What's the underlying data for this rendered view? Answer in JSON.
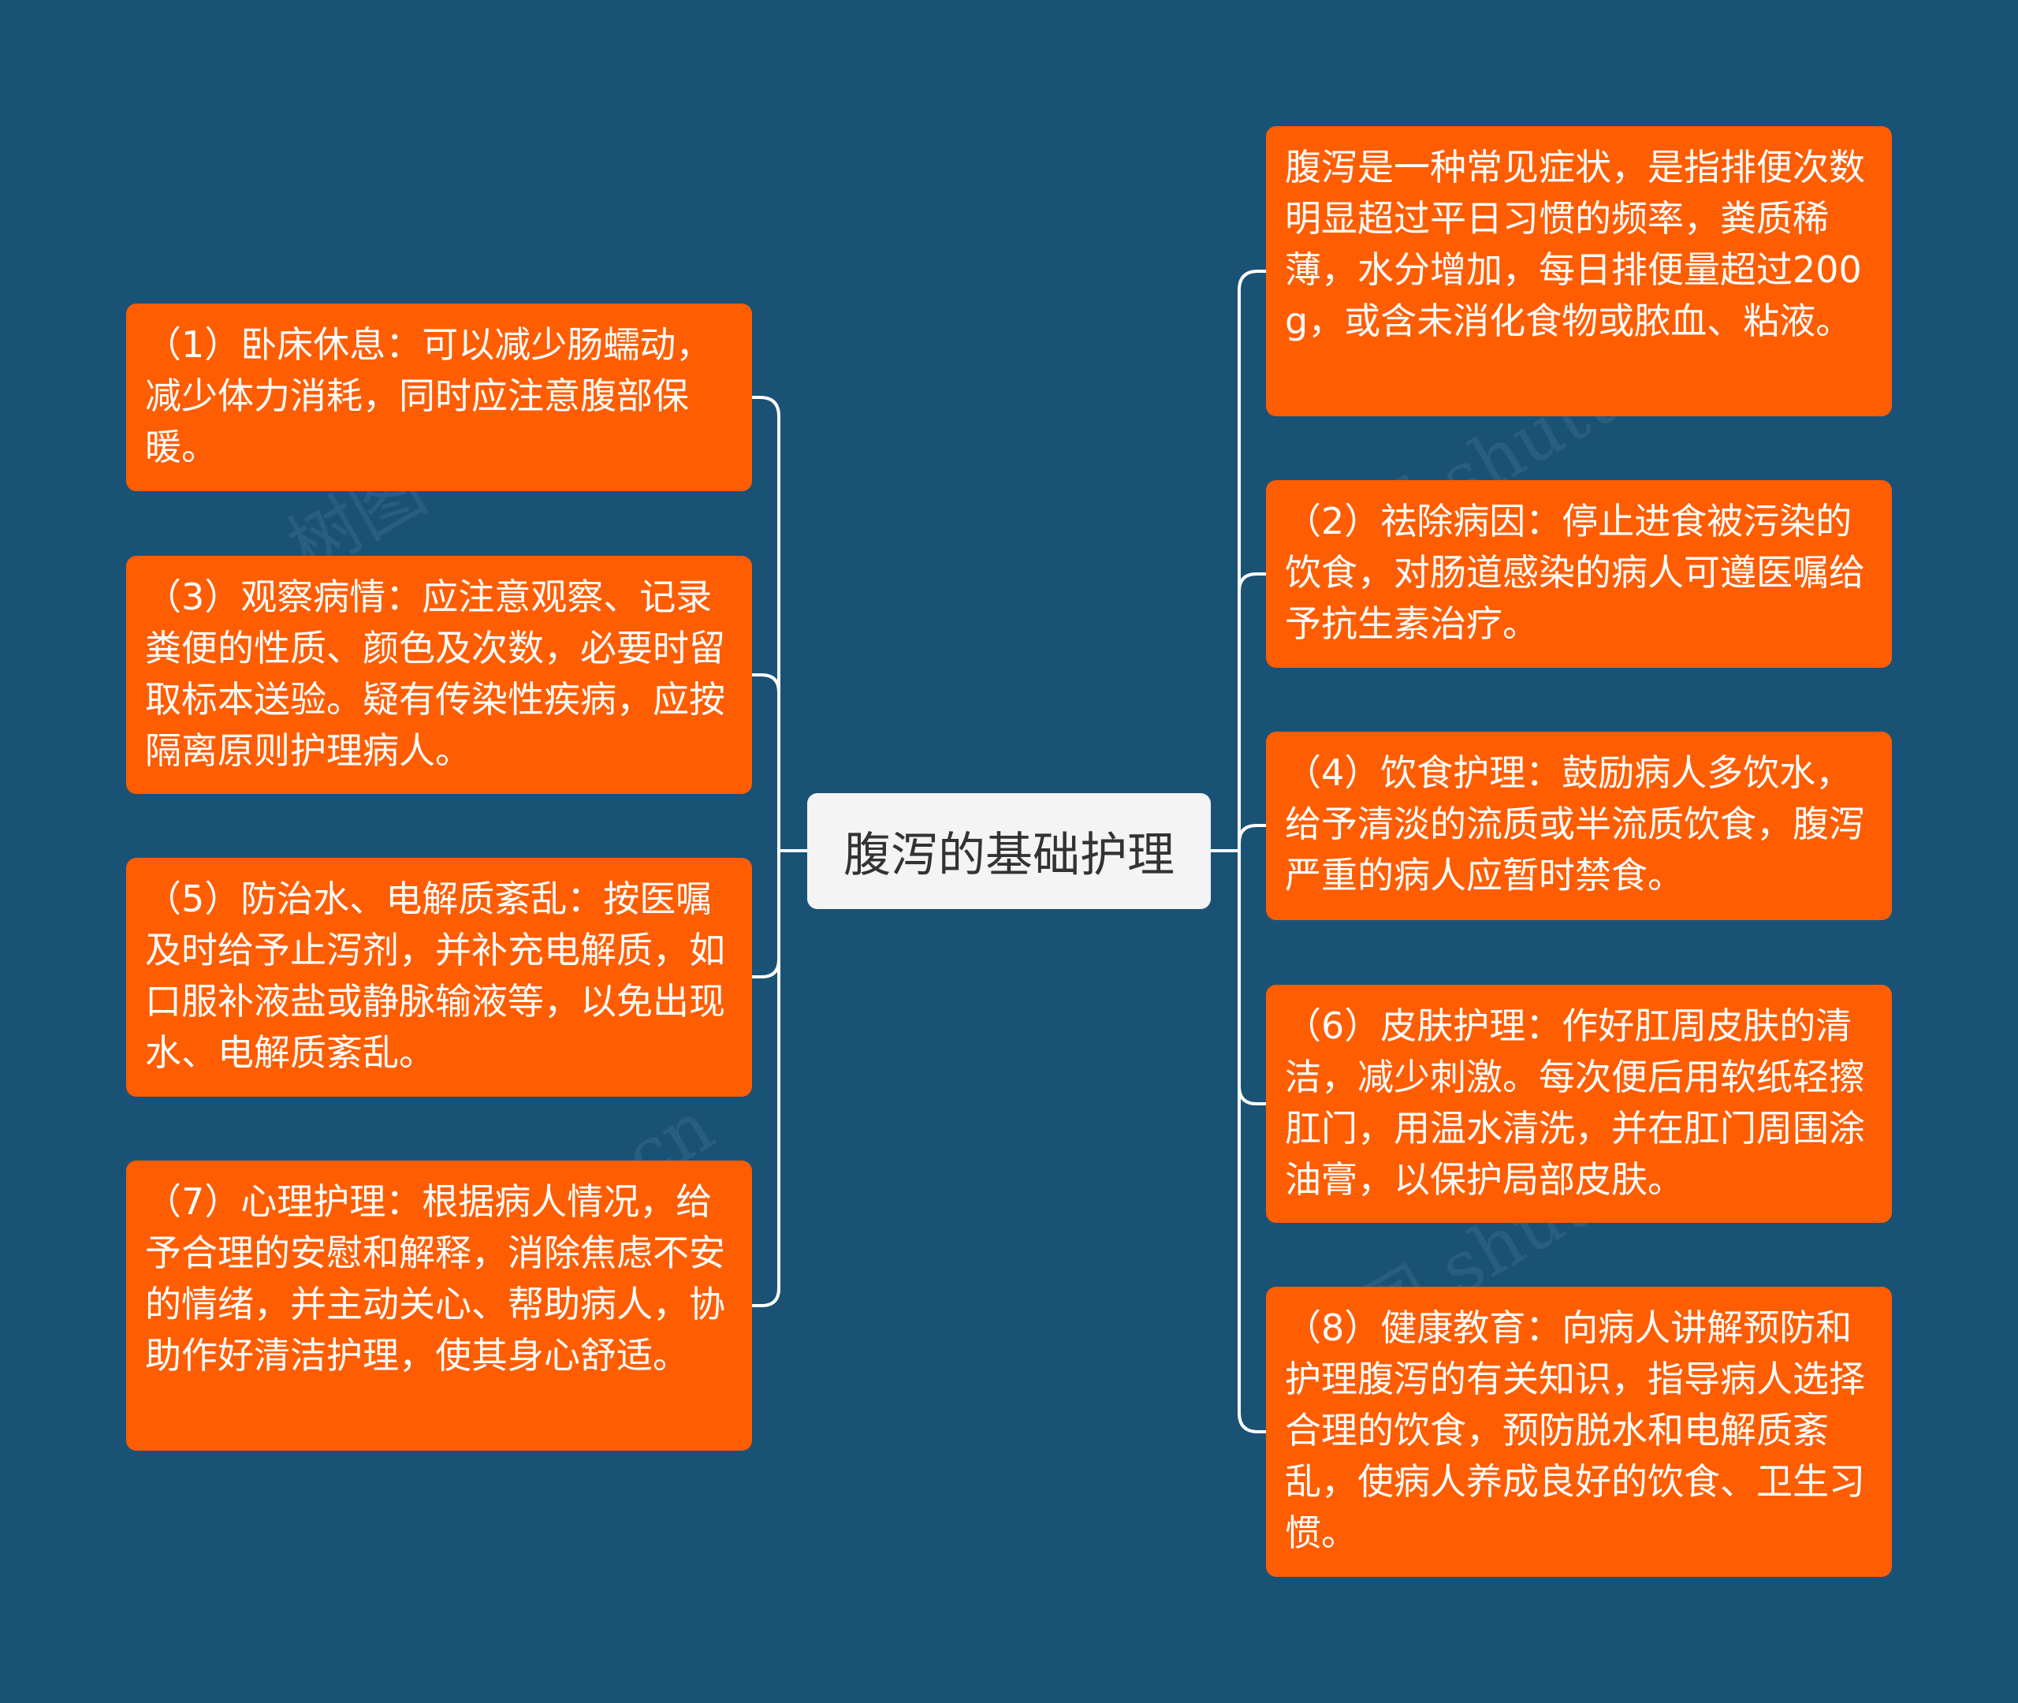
{
  "watermark": "树图 shutu.cn",
  "colors": {
    "background": "#1a5276",
    "node_fill": "#ff5d02",
    "root_fill": "#f4f4f4",
    "connector": "#ffffff"
  },
  "root": {
    "label": "腹泻的基础护理"
  },
  "left_nodes": [
    {
      "text": "（1）卧床休息：可以减少肠蠕动，减少体力消耗，同时应注意腹部保暖。"
    },
    {
      "text": "（3）观察病情：应注意观察、记录粪便的性质、颜色及次数，必要时留取标本送验。疑有传染性疾病，应按隔离原则护理病人。"
    },
    {
      "text": "（5）防治水、电解质紊乱：按医嘱及时给予止泻剂，并补充电解质，如口服补液盐或静脉输液等，以免出现水、电解质紊乱。"
    },
    {
      "text": "（7）心理护理：根据病人情况，给予合理的安慰和解释，消除焦虑不安的情绪，并主动关心、帮助病人，协助作好清洁护理，使其身心舒适。"
    }
  ],
  "right_nodes": [
    {
      "text": "腹泻是一种常见症状，是指排便次数明显超过平日习惯的频率，粪质稀薄，水分增加，每日排便量超过200g，或含未消化食物或脓血、粘液。"
    },
    {
      "text": "（2）祛除病因：停止进食被污染的饮食，对肠道感染的病人可遵医嘱给予抗生素治疗。"
    },
    {
      "text": "（4）饮食护理：鼓励病人多饮水，给予清淡的流质或半流质饮食，腹泻严重的病人应暂时禁食。"
    },
    {
      "text": "（6）皮肤护理：作好肛周皮肤的清洁，减少刺激。每次便后用软纸轻擦肛门，用温水清洗，并在肛门周围涂油膏，以保护局部皮肤。"
    },
    {
      "text": "（8）健康教育：向病人讲解预防和护理腹泻的有关知识，指导病人选择合理的饮食，预防脱水和电解质紊乱，使病人养成良好的饮食、卫生习惯。"
    }
  ]
}
